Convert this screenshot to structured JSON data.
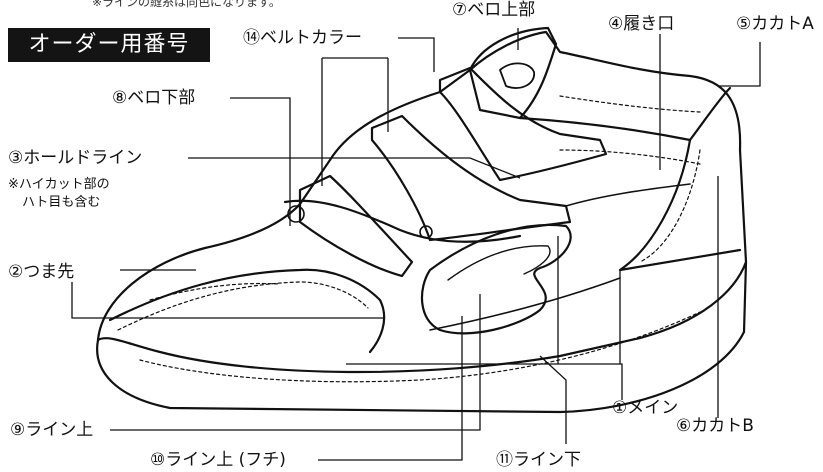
{
  "header": {
    "order_number_title": "オーダー用番号",
    "top_note": "※ラインの縫糸は同色になります。"
  },
  "parts": {
    "main": "①メイン",
    "toe": "②つま先",
    "hole_line": "③ホールドライン",
    "hole_line_note": "※ハイカット部の\nハト目も含む",
    "collar": "④履き口",
    "heel_a": "⑤カカトA",
    "heel_b": "⑥カカトB",
    "tongue_top": "⑦ベロ上部",
    "tongue_bottom": "⑧ベロ下部",
    "line_top": "⑨ライン上",
    "line_top_edge": "⑩ライン上 (フチ)",
    "line_bottom": "⑪ライン下",
    "belt_color": "⑭ベルトカラー"
  },
  "colors": {
    "badge_bg": "#141414",
    "line": "#111111"
  }
}
